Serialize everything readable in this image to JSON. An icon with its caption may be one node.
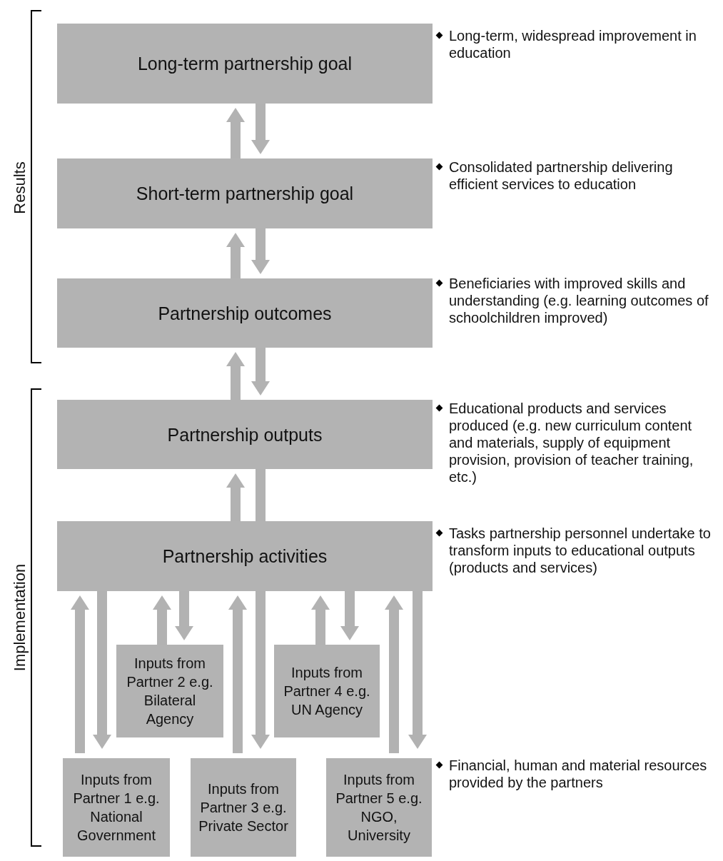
{
  "diagram": {
    "nodes": [
      {
        "text": [
          "Long-term partnership goal"
        ],
        "beside": [
          "Long-term, widespread improvement in education"
        ]
      },
      {
        "text": [
          "Short-term partnership goal"
        ],
        "beside": [
          "Consolidated partnership delivering efficient services to education"
        ]
      },
      {
        "text": [
          "Partnership outcomes"
        ],
        "beside": [
          "Beneficiaries with improved skills and understanding (e.g. learning outcomes of schoolchildren improved)"
        ]
      },
      {
        "text": [
          "Partnership outputs"
        ],
        "beside": [
          "Educational products and services produced (e.g. new curriculum content and materials, supply of equipment provision, provision of teacher training, etc.)"
        ]
      },
      {
        "text": [
          "Partnership activities"
        ],
        "beside": [
          "Tasks partnership personnel undertake to transform inputs to educational outputs (products and services)"
        ]
      },
      {
        "text": [
          "Inputs from Partner 2 e.g. Bilateral Agency"
        ]
      },
      {
        "text": [
          "Inputs from Partner 4 e.g. UN Agency"
        ]
      },
      {
        "text": [
          "Inputs from Partner 1 e.g. National Government"
        ]
      },
      {
        "text": [
          "Inputs from Partner 3 e.g. Private Sector"
        ]
      },
      {
        "text": [
          "Inputs from Partner 5 e.g. NGO, University"
        ]
      }
    ],
    "edges": [
      {
        "from": 1,
        "to": 0,
        "arrow": "to"
      },
      {
        "from": 0,
        "to": 1,
        "arrow": "to"
      },
      {
        "from": 2,
        "to": 1,
        "arrow": "to"
      },
      {
        "from": 1,
        "to": 2,
        "arrow": "to"
      },
      {
        "from": 3,
        "to": 2,
        "arrow": "to"
      },
      {
        "from": 2,
        "to": 3,
        "arrow": "to"
      },
      {
        "from": 4,
        "to": 3,
        "arrow": "to"
      },
      {
        "from": 3,
        "to": 4,
        "arrow": "none"
      },
      {
        "from": 7,
        "to": 4,
        "arrow": "to"
      },
      {
        "from": 4,
        "to": 7,
        "arrow": "to"
      },
      {
        "from": 5,
        "to": 4,
        "arrow": "to"
      },
      {
        "from": 4,
        "to": 5,
        "arrow": "to"
      },
      {
        "from": 8,
        "to": 4,
        "arrow": "to"
      },
      {
        "from": 4,
        "to": 8,
        "arrow": "to"
      },
      {
        "from": 6,
        "to": 4,
        "arrow": "to"
      },
      {
        "from": 4,
        "to": 6,
        "arrow": "to"
      },
      {
        "from": 9,
        "to": 4,
        "arrow": "to"
      },
      {
        "from": 4,
        "to": 9,
        "arrow": "to"
      }
    ],
    "labels": [
      "Results",
      "Implementation",
      "Financial, human and material resources provided by the partners"
    ]
  }
}
